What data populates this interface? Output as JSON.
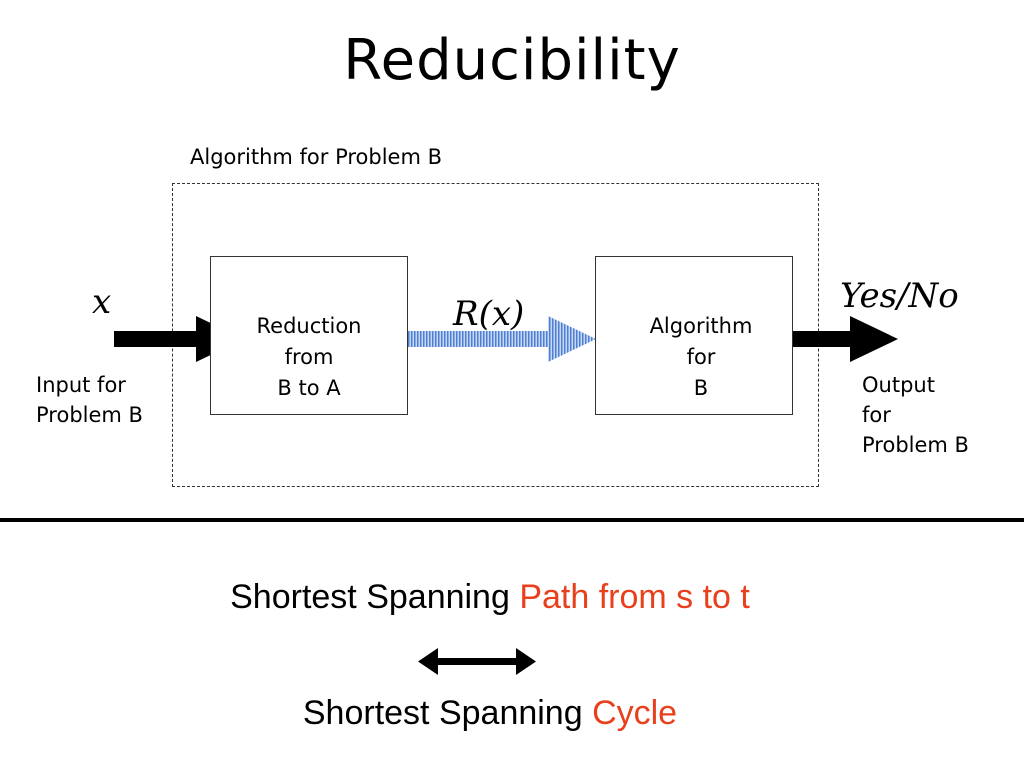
{
  "title": "Reducibility",
  "outer_box_label": "Algorithm for Problem B",
  "reduction_box": {
    "line1": "Reduction",
    "line2": "from",
    "line3": "B to A"
  },
  "algorithm_box": {
    "line1": "Algorithm",
    "line2": "for",
    "line3": "B"
  },
  "input_symbol": "x",
  "input_text": {
    "line1": "Input for",
    "line2": "Problem B"
  },
  "mid_symbol": "R(x)",
  "output_symbol": "Yes/No",
  "output_text": {
    "line1": "Output",
    "line2": "for",
    "line3": "Problem B"
  },
  "bottom": {
    "line1_black": "Shortest Spanning ",
    "line1_red": "Path from s to t",
    "line2_black": "Shortest Spanning ",
    "line2_red": "Cycle"
  },
  "colors": {
    "highlight": "#e8401c",
    "striped_arrow": "#7aa3e0",
    "ink": "#000000"
  },
  "icons": {
    "equivalence": "double-headed-arrow-icon"
  }
}
